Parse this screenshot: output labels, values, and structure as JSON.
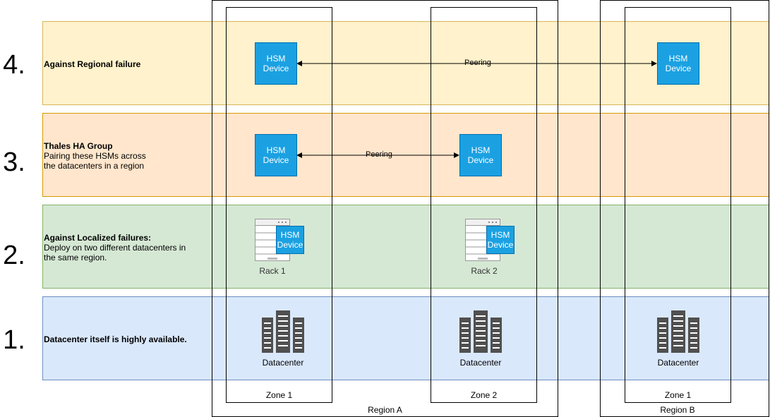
{
  "bands": [
    {
      "id": "4",
      "number": "4.",
      "title": "Against Regional failure",
      "lines": []
    },
    {
      "id": "3",
      "number": "3.",
      "title": "Thales HA Group",
      "lines": [
        "Pairing these HSMs across",
        "the datacenters in a region"
      ]
    },
    {
      "id": "2",
      "number": "2.",
      "title": "Against Localized failures:",
      "lines": [
        "Deploy on two different datacenters in",
        "the same region."
      ]
    },
    {
      "id": "1",
      "number": "1.",
      "title": "Datacenter itself is highly available.",
      "lines": []
    }
  ],
  "regions": {
    "a": "Region A",
    "b": "Region B"
  },
  "zones": {
    "a1": "Zone 1",
    "a2": "Zone 2",
    "b1": "Zone 1"
  },
  "hsm": {
    "line1": "HSM",
    "line2": "Device"
  },
  "racks": {
    "r1": "Rack 1",
    "r2": "Rack 2"
  },
  "datacenter_label": "Datacenter",
  "peering_label": "Peering",
  "colors": {
    "hsm_fill": "#1ba1e2",
    "band4": "#fff2cc",
    "band3": "#ffe6cc",
    "band2": "#d5e8d4",
    "band1": "#dae8fc"
  }
}
